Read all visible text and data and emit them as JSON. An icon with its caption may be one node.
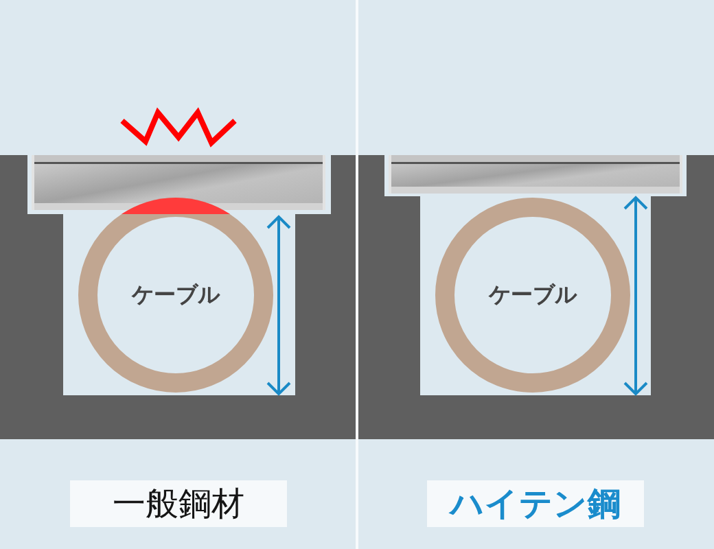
{
  "diagram": {
    "nodes": [
      {
        "text": [
          "ケーブル"
        ]
      },
      {
        "text": [
          "ケーブル"
        ]
      },
      {
        "text": [
          "一般鋼材"
        ]
      },
      {
        "text": [
          "ハイテン鋼"
        ]
      }
    ]
  }
}
